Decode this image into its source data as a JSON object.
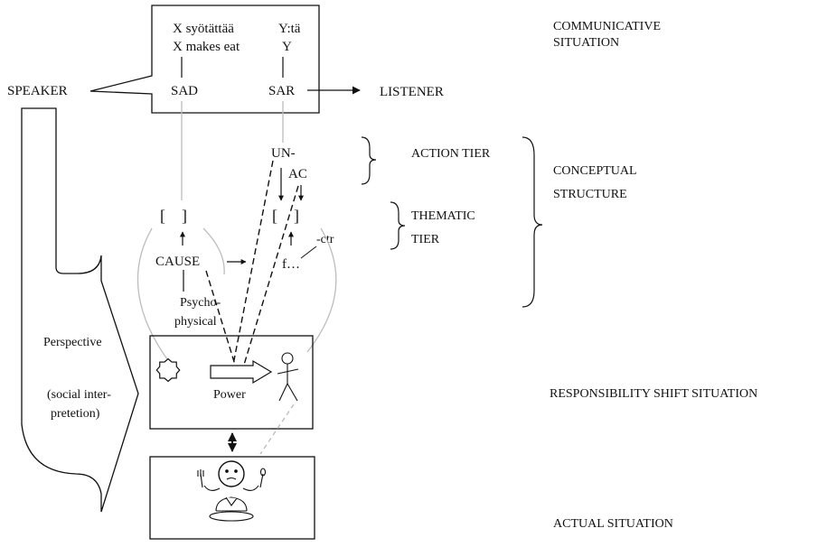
{
  "utterance": {
    "finnish_subject": "X syötättää",
    "finnish_object": "Y:tä",
    "english_subject": "X makes eat",
    "english_object": "Y",
    "sad": "SAD",
    "sar": "SAR"
  },
  "roles": {
    "speaker": "SPEAKER",
    "listener": "LISTENER"
  },
  "levels": {
    "communicative_line1": "COMMUNICATIVE",
    "communicative_line2": "SITUATION",
    "conceptual_line1": "CONCEPTUAL",
    "conceptual_line2": "STRUCTURE",
    "responsibility_shift": "RESPONSIBILITY SHIFT SITUATION",
    "actual": "ACTUAL SITUATION"
  },
  "tiers": {
    "action": "ACTION TIER",
    "thematic_line1": "THEMATIC",
    "thematic_line2": "TIER"
  },
  "structure": {
    "un": "UN-",
    "ac": "AC",
    "bracket_left": "[    ]",
    "bracket_right": "[    ]",
    "cause": "CAUSE",
    "f": "f…",
    "ctr": "-ctr",
    "psycho_line1": "Psycho-",
    "psycho_line2": "physical"
  },
  "perspective": {
    "label": "Perspective",
    "social_line1": "(social inter-",
    "social_line2": "pretetion)"
  },
  "power_label": "Power",
  "icons": [
    "burst-icon",
    "power-arrow-icon",
    "stick-figure-icon",
    "child-eating-cake-icon"
  ],
  "colors": {
    "ink": "#111111",
    "faint_line": "#bdbdbd",
    "background": "#ffffff"
  }
}
